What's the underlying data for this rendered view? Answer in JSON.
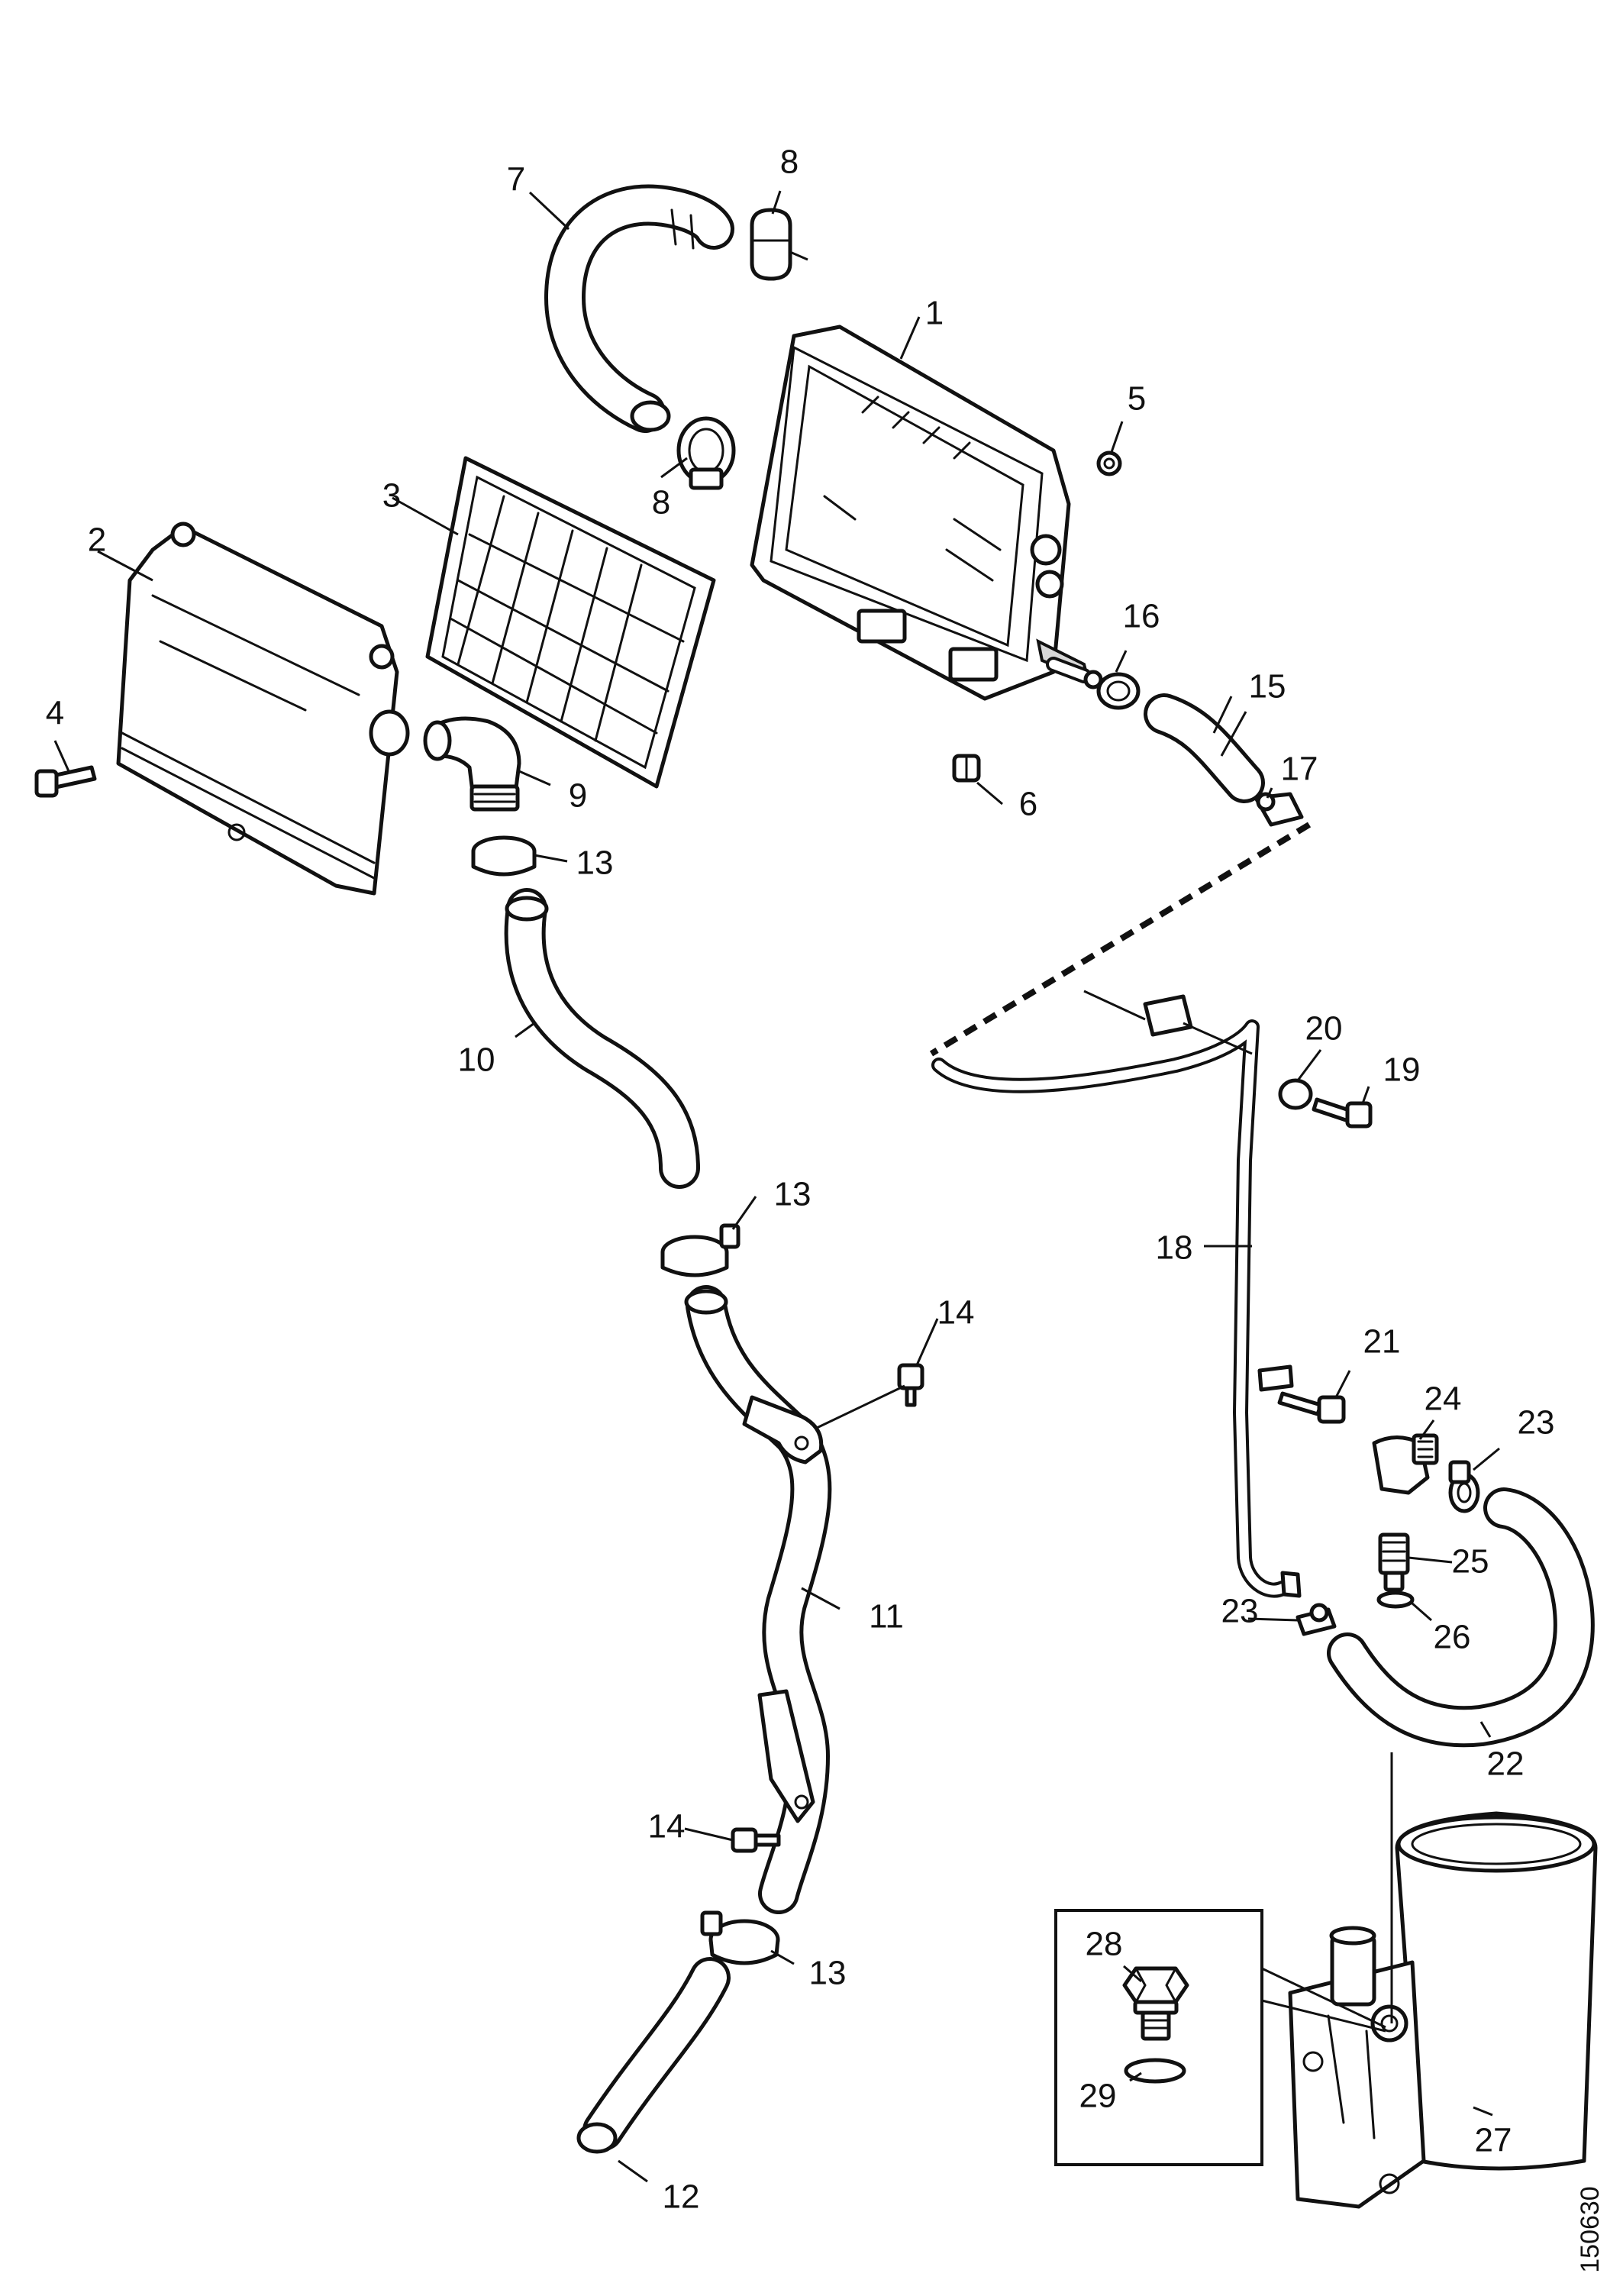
{
  "diagram": {
    "reference_number": "150630",
    "callouts": {
      "c1": "1",
      "c2": "2",
      "c3": "3",
      "c4": "4",
      "c5": "5",
      "c6": "6",
      "c7": "7",
      "c8a": "8",
      "c8b": "8",
      "c9": "9",
      "c10": "10",
      "c11": "11",
      "c12": "12",
      "c13a": "13",
      "c13b": "13",
      "c13c": "13",
      "c14a": "14",
      "c14b": "14",
      "c15": "15",
      "c16": "16",
      "c17": "17",
      "c18": "18",
      "c19": "19",
      "c20": "20",
      "c21": "21",
      "c22": "22",
      "c23a": "23",
      "c23b": "23",
      "c24": "24",
      "c25": "25",
      "c26": "26",
      "c27": "27",
      "c28": "28",
      "c29": "29"
    }
  }
}
